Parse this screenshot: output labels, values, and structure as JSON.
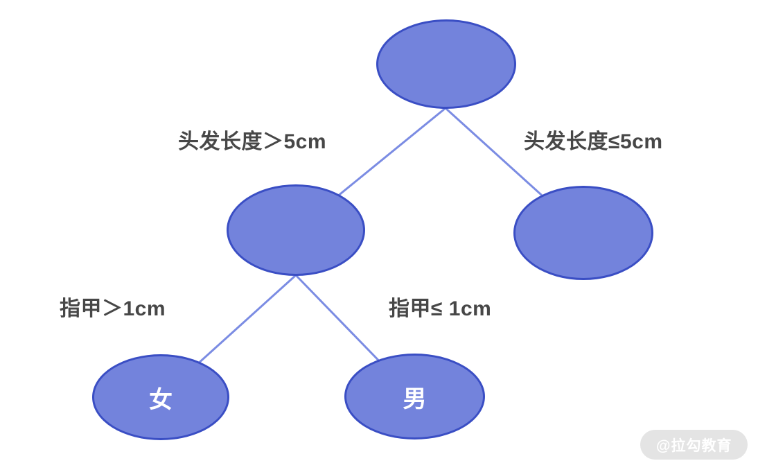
{
  "diagram_type": "decision-tree",
  "colors": {
    "node_fill": "#7383DC",
    "node_border": "#3A4EC4",
    "edge_line": "#7B8CE3",
    "edge_label_text": "#474747",
    "node_text": "#FFFFFF",
    "watermark_bg": "#E4E4E4",
    "watermark_text": "#FFFFFF",
    "background": "#FFFFFF"
  },
  "tree": {
    "nodes": [
      {
        "id": "root",
        "label": ""
      },
      {
        "id": "hair-long",
        "label": ""
      },
      {
        "id": "hair-short",
        "label": ""
      },
      {
        "id": "female",
        "label": "女"
      },
      {
        "id": "male",
        "label": "男"
      }
    ],
    "edges": [
      {
        "from": "root",
        "to": "hair-long",
        "label": "头发长度＞5cm"
      },
      {
        "from": "root",
        "to": "hair-short",
        "label": "头发长度≤5cm"
      },
      {
        "from": "hair-long",
        "to": "female",
        "label": "指甲＞1cm"
      },
      {
        "from": "hair-long",
        "to": "male",
        "label": "指甲≤ 1cm"
      }
    ]
  },
  "watermark": {
    "text": "@拉勾教育"
  }
}
